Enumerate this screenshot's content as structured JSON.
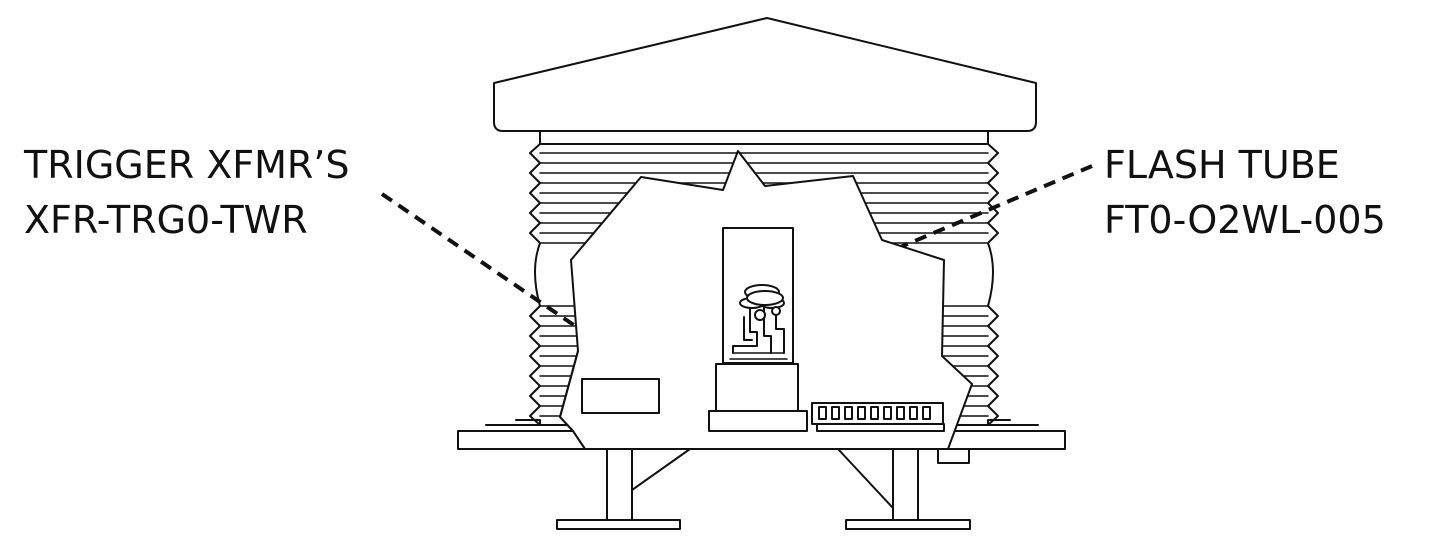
{
  "diagram": {
    "labels": {
      "trigger": {
        "line1": "TRIGGER XFMR’S",
        "line2": "XFR-TRG0-TWR"
      },
      "flash": {
        "line1": "FLASH TUBE",
        "line2": "FT0-O2WL-005"
      }
    },
    "colors": {
      "ink": "#111111",
      "paper": "#ffffff"
    }
  }
}
